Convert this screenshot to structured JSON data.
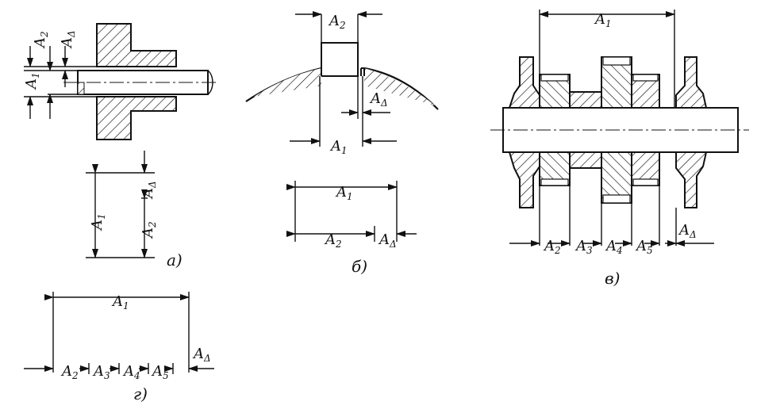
{
  "labels": {
    "a1": "A",
    "a1_sub": "1",
    "a2": "A",
    "a2_sub": "2",
    "a3": "A",
    "a3_sub": "3",
    "a4": "A",
    "a4_sub": "4",
    "a5": "A",
    "a5_sub": "5",
    "ad": "A",
    "ad_sub": "Δ"
  },
  "captions": {
    "a": "а)",
    "b": "б)",
    "v": "в)",
    "g": "г)"
  }
}
